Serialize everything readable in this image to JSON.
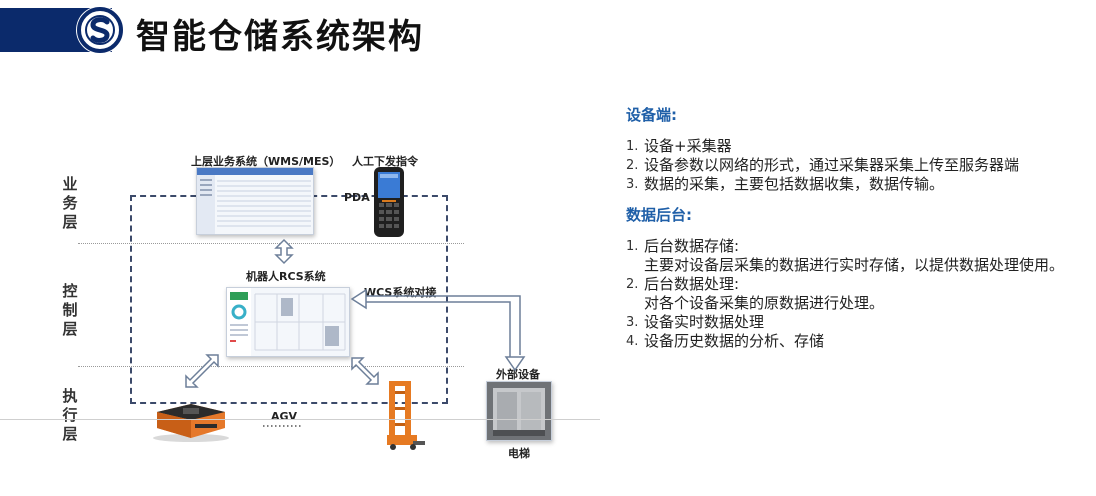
{
  "header": {
    "title": "智能仓储系统架构"
  },
  "diagram": {
    "layers": [
      "业务层",
      "控制层",
      "执行层"
    ],
    "upper_system_label": "上层业务系统（WMS/MES）",
    "manual_command_label": "人工下发指令",
    "pda_label": "PDA",
    "rcs_label": "机器人RCS系统",
    "wcs_label": "WCS系统对接",
    "external_device_label": "外部设备",
    "agv_label": "AGV",
    "elevator_label": "电梯"
  },
  "device_side": {
    "title": "设备端:",
    "items": [
      {
        "num": "1.",
        "text": "设备+采集器"
      },
      {
        "num": "2.",
        "text": "设备参数以网络的形式，通过采集器采集上传至服务器端"
      },
      {
        "num": "3.",
        "text": "数据的采集，主要包括数据收集，数据传输。"
      }
    ]
  },
  "backend": {
    "title": "数据后台:",
    "items": [
      {
        "num": "1.",
        "text": "后台数据存储:",
        "sub": "主要对设备层采集的数据进行实时存储，以提供数据处理使用。"
      },
      {
        "num": "2.",
        "text": "后台数据处理:",
        "sub": "对各个设备采集的原数据进行处理。"
      },
      {
        "num": "3.",
        "text": "设备实时数据处理"
      },
      {
        "num": "4.",
        "text": "设备历史数据的分析、存储"
      }
    ]
  }
}
